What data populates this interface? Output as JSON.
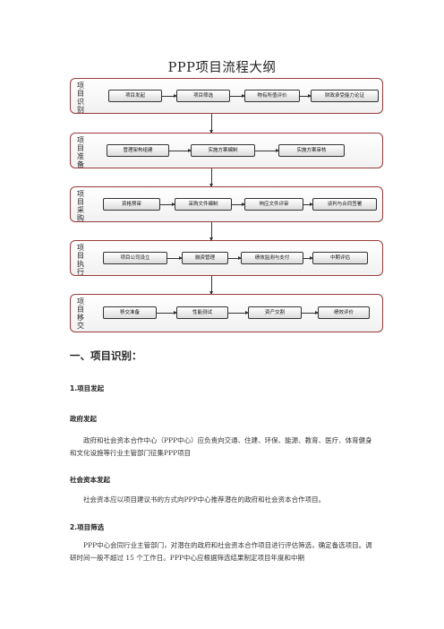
{
  "title": "PPP项目流程大纲",
  "flowchart": {
    "phases": [
      {
        "label": "项\n目\n识\n别",
        "steps": [
          "项目发起",
          "项目筛选",
          "物有所值评价",
          "财政承受能力论证"
        ]
      },
      {
        "label": "项\n目\n准\n备",
        "steps": [
          "管理架构组建",
          "实施方案编制",
          "实施方案审核"
        ]
      },
      {
        "label": "项\n目\n采\n购",
        "steps": [
          "资格预审",
          "采购文件编制",
          "响应文件评审",
          "谈判与合同签署"
        ]
      },
      {
        "label": "项\n目\n执\n行",
        "steps": [
          "项目公司设立",
          "融资管理",
          "绩效监测与支付",
          "中期评估"
        ]
      },
      {
        "label": "项\n目\n移\n交",
        "steps": [
          "移交准备",
          "性能测试",
          "资产交割",
          "绩效评价"
        ]
      }
    ]
  },
  "content": {
    "section1": "一、项目识别：",
    "sub1": "1.项目发起",
    "gov_title": "政府发起",
    "gov_text": "政府和社会资本合作中心（PPP中心）应负责向交通、住建、环保、能源、教育、医疗、体育健身和文化设施等行业主管部门征集PPP项目",
    "soc_title": "社会资本发起",
    "soc_text": "社会资本应以项目建议书的方式向PPP中心推荐潜在的政府和社会资本合作项目。",
    "sub2": "2.项目筛选",
    "screen_text": "PPP中心会同行业主管部门，对潜在的政府和社会资本合作项目进行评估筛选，确定备选项目。调研时间一般不超过 15 个工作日。PPP中心应根据筛选结果制定项目年度和中期"
  }
}
